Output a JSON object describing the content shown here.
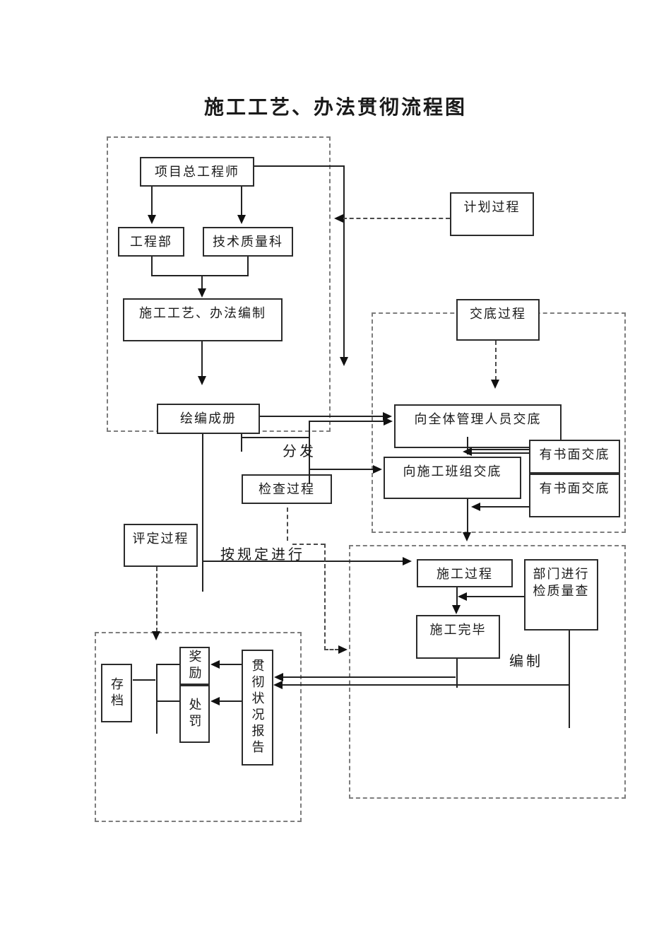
{
  "title": "施工工艺、办法贯彻流程图",
  "nodes": {
    "project_chief_engineer": "项目总工程师",
    "engineering_dept": "工程部",
    "tech_quality_section": "技术质量科",
    "method_compilation": "施工工艺、办法编制",
    "compile_into_booklet": "绘编成册",
    "planning_process": "计划过程",
    "disclosure_process": "交底过程",
    "disclosure_to_all_managers": "向全体管理人员交底",
    "disclosure_to_crews": "向施工班组交底",
    "written_disclosure_1": "有书面交底",
    "written_disclosure_2": "有书面交底",
    "inspection_process": "检查过程",
    "evaluation_process": "评定过程",
    "construction_process": "施工过程",
    "dept_quality_check_line1": "部门进行",
    "dept_quality_check_line2": "检质量查",
    "construction_finished": "施工完毕",
    "archive": "存档",
    "reward": "奖励",
    "penalty": "处罚",
    "implementation_status_report": "贯彻状况报告"
  },
  "edge_labels": {
    "distribute": "分发",
    "as_required": "按规定进行",
    "compile": "编制"
  }
}
